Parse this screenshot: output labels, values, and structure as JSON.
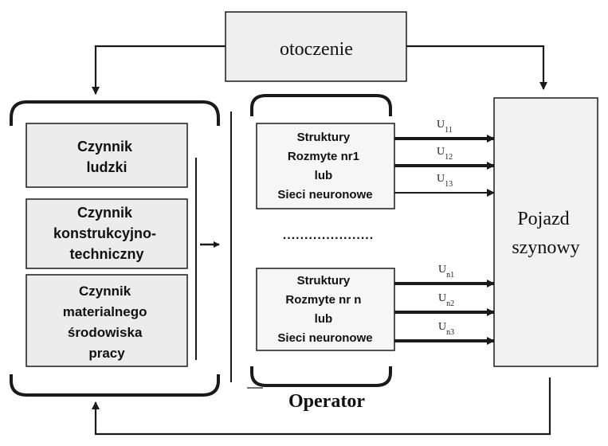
{
  "environment": {
    "label": "otoczenie"
  },
  "factors": [
    {
      "lines": [
        "Czynnik",
        "ludzki"
      ]
    },
    {
      "lines": [
        "Czynnik",
        "konstrukcyjno-",
        "techniczny"
      ]
    },
    {
      "lines": [
        "Czynnik",
        "materialnego",
        "środowiska",
        "pracy"
      ]
    }
  ],
  "operator": {
    "label": "Operator",
    "modules": [
      {
        "lines": [
          "Struktury",
          "Rozmyte nr1",
          "lub",
          "Sieci neuronowe"
        ]
      },
      {
        "lines": [
          "Struktury",
          "Rozmyte nr n",
          "lub",
          "Sieci neuronowe"
        ]
      }
    ],
    "ellipsis": "....................."
  },
  "vehicle": {
    "lines": [
      "Pojazd",
      "szynowy"
    ]
  },
  "signals": {
    "module1": [
      {
        "base": "U",
        "sub": "11"
      },
      {
        "base": "U",
        "sub": "12"
      },
      {
        "base": "U",
        "sub": "13"
      }
    ],
    "module2": [
      {
        "base": "U",
        "sub": "n1"
      },
      {
        "base": "U",
        "sub": "n2"
      },
      {
        "base": "U",
        "sub": "n3"
      }
    ]
  },
  "colors": {
    "stroke": "#1a1a1a",
    "box_gray": "#ececec",
    "box_light": "#f6f6f6"
  }
}
